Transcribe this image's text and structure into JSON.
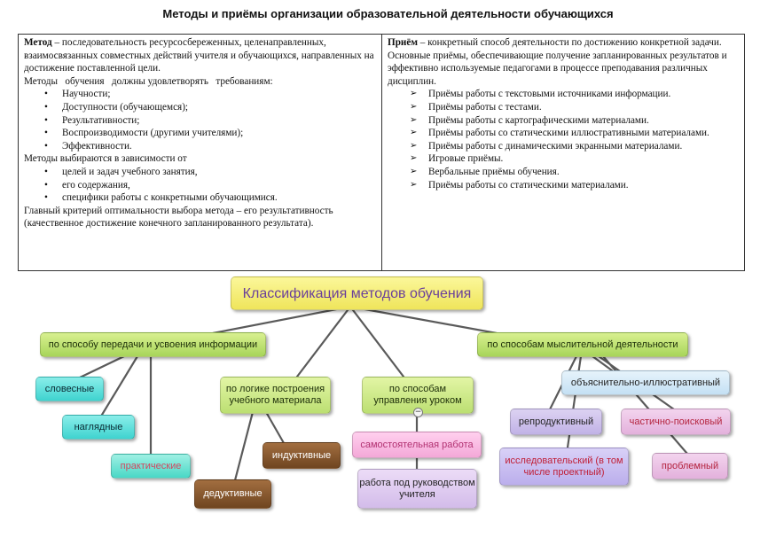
{
  "title": "Методы и приёмы организации образовательной деятельности обучающихся",
  "left": {
    "term": "Метод",
    "definition": " – последовательность ресурсосбереженных, целенаправленных, взаимосвязанных совместных действий учителя и обучающихся, направленных на достижение поставленной цели.",
    "requirements_intro": "Методы   обучения   должны удовлетворять   требованиям:",
    "requirements": [
      "Научности;",
      "Доступности (обучающемся);",
      "Результативности;",
      "Воспроизводимости (другими учителями);",
      "Эффективности."
    ],
    "depends_intro": "Методы выбираются  в зависимости от",
    "depends": [
      "целей и задач учебного занятия,",
      "его содержания,",
      "специфики работы с конкретными обучающимися."
    ],
    "criterion": "Главный критерий оптимальности выбора метода – его результативность (качественное достижение конечного запланированного результата)."
  },
  "right": {
    "term": "Приём",
    "definition": " – конкретный способ деятельности по достижению конкретной задачи.",
    "techniques_intro": "Основные приёмы, обеспечивающие получение запланированных результатов и эффективно используемые  педагогами  в процессе преподавания различных  дисциплин.",
    "techniques": [
      "Приёмы работы с текстовыми источниками информации.",
      "Приёмы работы с тестами.",
      "Приёмы работы с картографическими материалами.",
      "Приёмы работы со статическими иллюстративными материалами.",
      "Приёмы работы с динамическими экранными материалами.",
      "Игровые приёмы.",
      "Вербальные приёмы обучения.",
      "Приёмы работы со статическими материалами."
    ]
  },
  "mindmap": {
    "root": "Классификация методов обучения",
    "by_transfer": "по способу передачи и усвоения информации",
    "verbal": "словесные",
    "visual": "наглядные",
    "practical": "практические",
    "by_logic": "по логике построения учебного материала",
    "inductive": "индуктивные",
    "deductive": "дедуктивные",
    "by_management": "по способам управления уроком",
    "independent": "самостоятельная работа",
    "guided": "работа под руководством учителя",
    "by_thinking": "по  способам мыслительной деятельности",
    "explanatory": "объяснительно-иллюстративный",
    "reproductive": "репродуктивный",
    "partial_search": "частично-поисковый",
    "research": "исследовательский (в том числе проектный)",
    "problem": "проблемный",
    "minus_symbol": "−"
  }
}
